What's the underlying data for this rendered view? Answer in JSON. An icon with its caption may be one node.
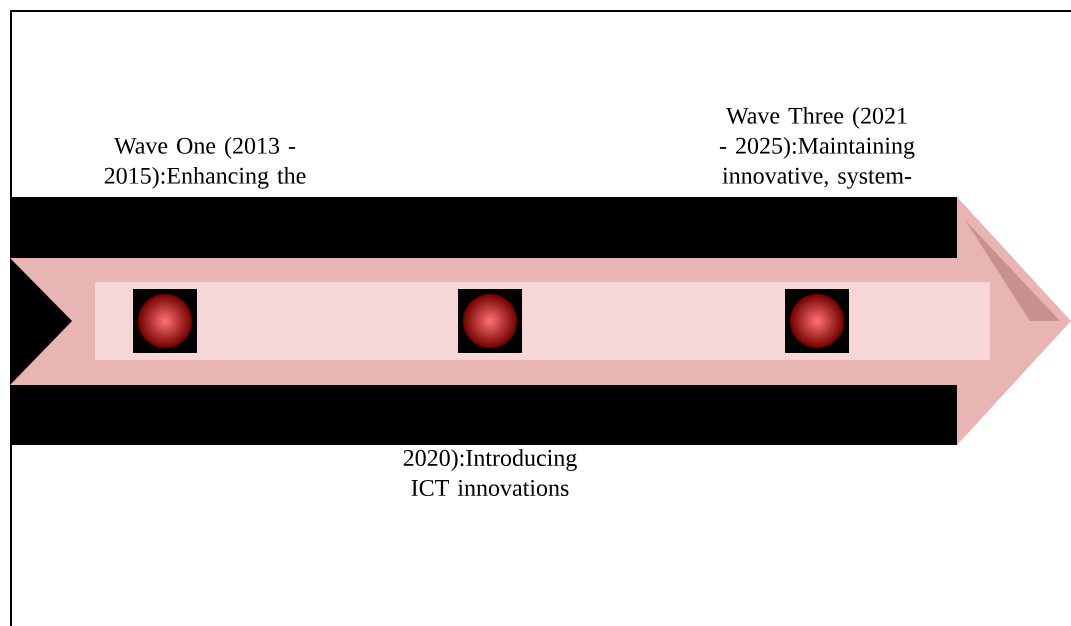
{
  "diagram": {
    "nodes": [
      {
        "text": [],
        "shape": "circle"
      },
      {
        "text": [],
        "shape": "circle"
      },
      {
        "text": [],
        "shape": "circle"
      }
    ],
    "labels": [
      "Wave One (2013 - 2015):Enhancing the",
      "Wave Three (2021 - 2025):Maintaining innovative, system-",
      "2020):Introducing ICT innovations"
    ]
  }
}
